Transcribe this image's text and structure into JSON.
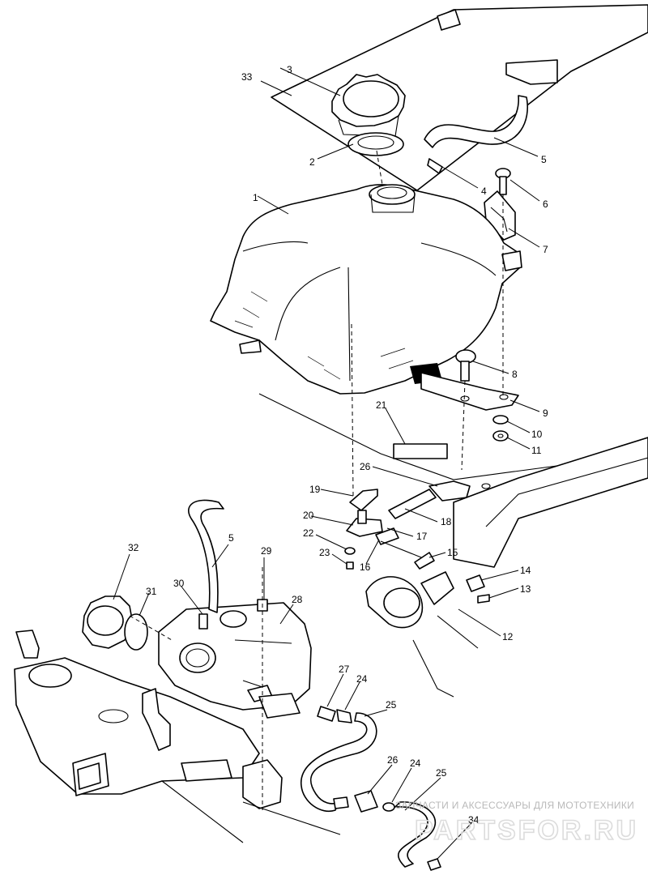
{
  "callouts": [
    {
      "id": "33",
      "text": "33"
    },
    {
      "id": "3",
      "text": "3"
    },
    {
      "id": "2",
      "text": "2"
    },
    {
      "id": "5a",
      "text": "5"
    },
    {
      "id": "4",
      "text": "4"
    },
    {
      "id": "6",
      "text": "6"
    },
    {
      "id": "1",
      "text": "1"
    },
    {
      "id": "7",
      "text": "7"
    },
    {
      "id": "8",
      "text": "8"
    },
    {
      "id": "9",
      "text": "9"
    },
    {
      "id": "10",
      "text": "10"
    },
    {
      "id": "11",
      "text": "11"
    },
    {
      "id": "21",
      "text": "21"
    },
    {
      "id": "26a",
      "text": "26"
    },
    {
      "id": "19",
      "text": "19"
    },
    {
      "id": "18",
      "text": "18"
    },
    {
      "id": "20",
      "text": "20"
    },
    {
      "id": "17",
      "text": "17"
    },
    {
      "id": "22",
      "text": "22"
    },
    {
      "id": "15",
      "text": "15"
    },
    {
      "id": "23",
      "text": "23"
    },
    {
      "id": "16",
      "text": "16"
    },
    {
      "id": "14",
      "text": "14"
    },
    {
      "id": "13",
      "text": "13"
    },
    {
      "id": "12",
      "text": "12"
    },
    {
      "id": "32",
      "text": "32"
    },
    {
      "id": "5b",
      "text": "5"
    },
    {
      "id": "29",
      "text": "29"
    },
    {
      "id": "30",
      "text": "30"
    },
    {
      "id": "31",
      "text": "31"
    },
    {
      "id": "28",
      "text": "28"
    },
    {
      "id": "27",
      "text": "27"
    },
    {
      "id": "24a",
      "text": "24"
    },
    {
      "id": "25a",
      "text": "25"
    },
    {
      "id": "26b",
      "text": "26"
    },
    {
      "id": "24b",
      "text": "24"
    },
    {
      "id": "25b",
      "text": "25"
    },
    {
      "id": "34",
      "text": "34"
    }
  ],
  "watermark": {
    "caption": "ЗАПЧАСТИ И АКСЕССУАРЫ ДЛЯ МОТОТЕХНИКИ",
    "brand": "PARTSFOR.RU"
  }
}
